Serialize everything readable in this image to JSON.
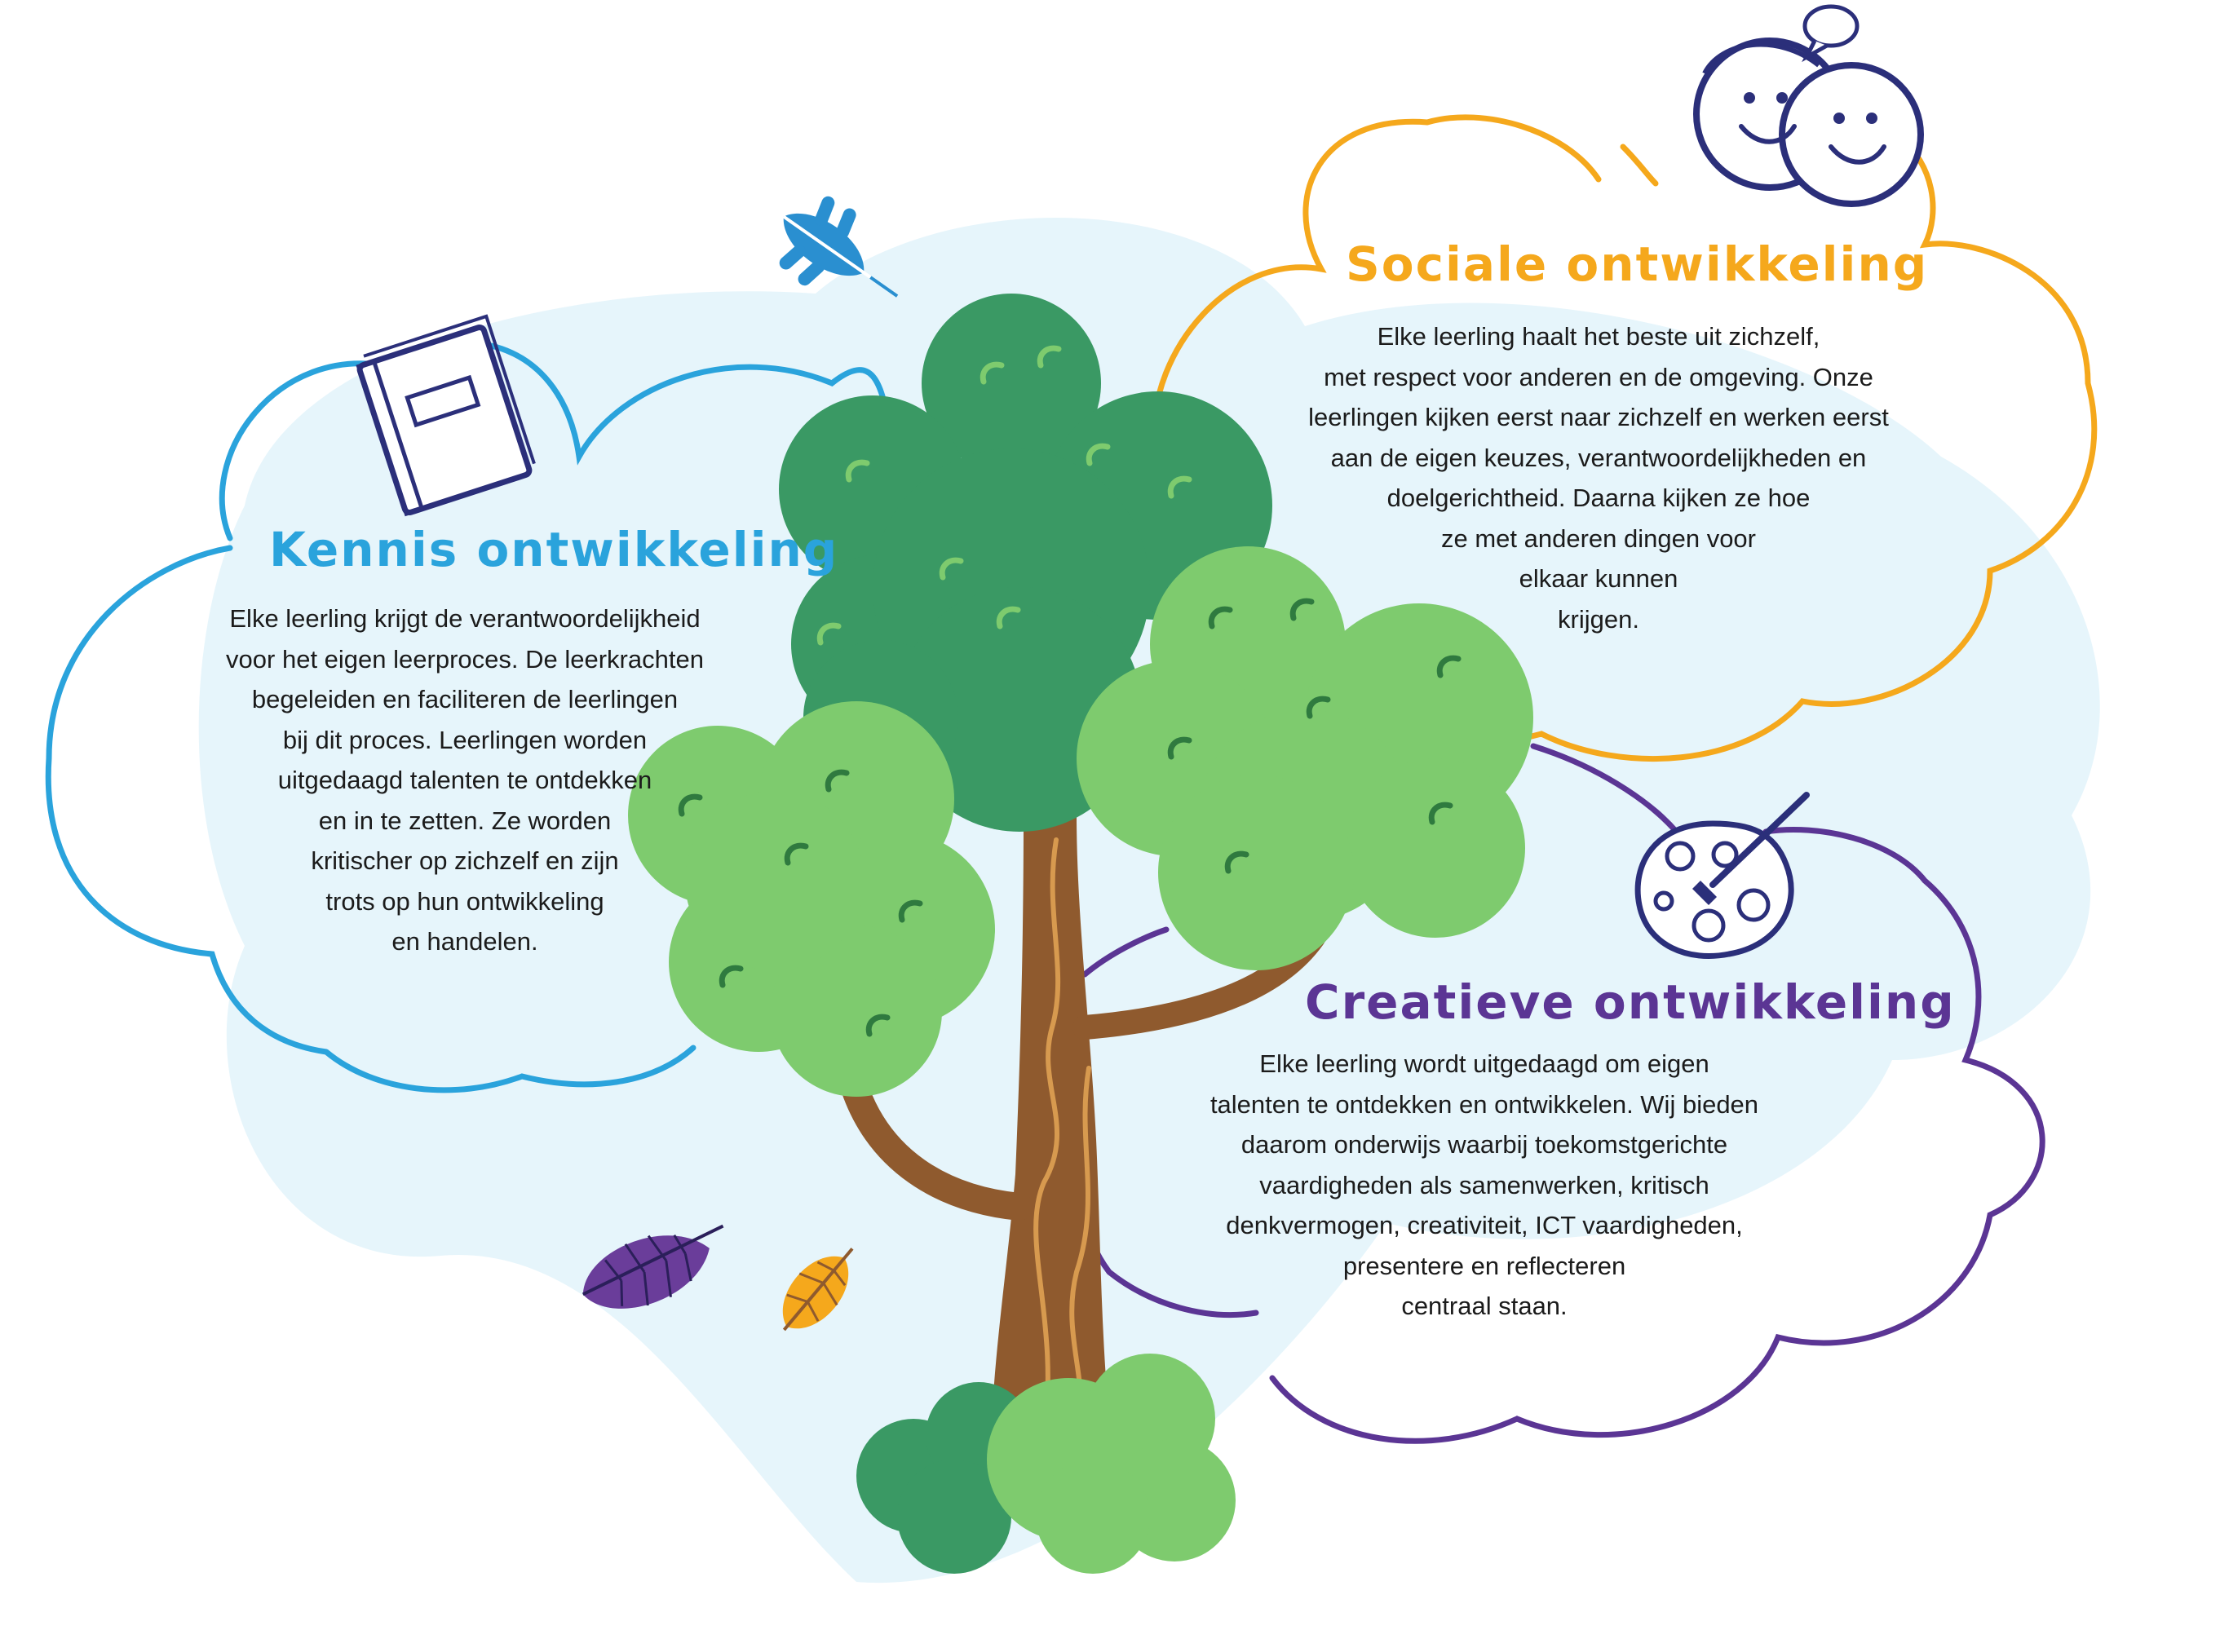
{
  "sections": {
    "kennis": {
      "title": "Kennis ontwikkeling",
      "lines": [
        "Elke leerling krijgt de verantwoordelijkheid",
        "voor het eigen leerproces. De leerkrachten",
        "begeleiden en  faciliteren de leerlingen",
        "bij dit proces. Leerlingen worden",
        "uitgedaagd talenten te ontdekken",
        "en in te zetten. Ze worden",
        "kritischer op zichzelf en zijn",
        "trots  op hun ontwikkeling",
        "en handelen."
      ],
      "color": "#2aa3dc",
      "icon": "book-icon"
    },
    "sociale": {
      "title": "Sociale ontwikkeling",
      "lines": [
        "Elke leerling haalt het beste uit zichzelf,",
        "met respect voor anderen en de omgeving. Onze",
        "leerlingen kijken eerst naar zichzelf en werken eerst",
        "aan de eigen keuzes, verantwoordelijkheden en",
        "doelgerichtheid. Daarna kijken ze hoe",
        "ze met anderen dingen voor",
        "elkaar kunnen",
        "krijgen."
      ],
      "color": "#f5a81c",
      "icon": "smiling-faces-icon"
    },
    "creatieve": {
      "title": "Creatieve ontwikkeling",
      "lines": [
        "Elke leerling wordt uitgedaagd om eigen",
        "talenten te ontdekken en ontwikkelen. Wij bieden",
        "daarom onderwijs waarbij toekomstgerichte",
        "vaardigheden als samenwerken, kritisch",
        "denkvermogen, creativiteit, ICT vaardigheden,",
        "presentere en reflecteren",
        "centraal staan."
      ],
      "color": "#5b3594",
      "icon": "paint-palette-icon"
    }
  },
  "palette": {
    "background_blob": "#e6f5fb",
    "trunk": "#8f5a2e",
    "trunk_stripe": "#d79a4f",
    "dark_green": "#3a9964",
    "light_green": "#7ecb6e",
    "leaf_blue": "#2a8fd0",
    "leaf_purple": "#6a3d9a",
    "leaf_orange": "#f5a81c"
  }
}
